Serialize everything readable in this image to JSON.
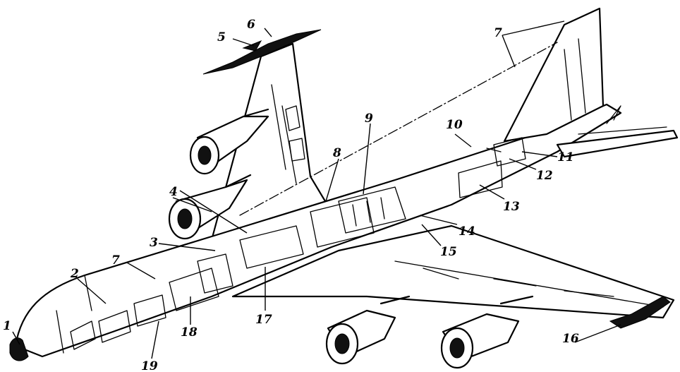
{
  "diagram": {
    "callouts": [
      {
        "id": "c1",
        "text": "1"
      },
      {
        "id": "c2",
        "text": "2"
      },
      {
        "id": "c3",
        "text": "3"
      },
      {
        "id": "c4",
        "text": "4"
      },
      {
        "id": "c5",
        "text": "5"
      },
      {
        "id": "c6",
        "text": "6"
      },
      {
        "id": "c7a",
        "text": "7"
      },
      {
        "id": "c7b",
        "text": "7"
      },
      {
        "id": "c8",
        "text": "8"
      },
      {
        "id": "c9",
        "text": "9"
      },
      {
        "id": "c10",
        "text": "10"
      },
      {
        "id": "c11",
        "text": "11"
      },
      {
        "id": "c12",
        "text": "12"
      },
      {
        "id": "c13",
        "text": "13"
      },
      {
        "id": "c14",
        "text": "14"
      },
      {
        "id": "c15",
        "text": "15"
      },
      {
        "id": "c16",
        "text": "16"
      },
      {
        "id": "c17",
        "text": "17"
      },
      {
        "id": "c18",
        "text": "18"
      },
      {
        "id": "c19",
        "text": "19"
      }
    ]
  },
  "colors": {
    "ink": "#000000",
    "paper": "#ffffff"
  }
}
